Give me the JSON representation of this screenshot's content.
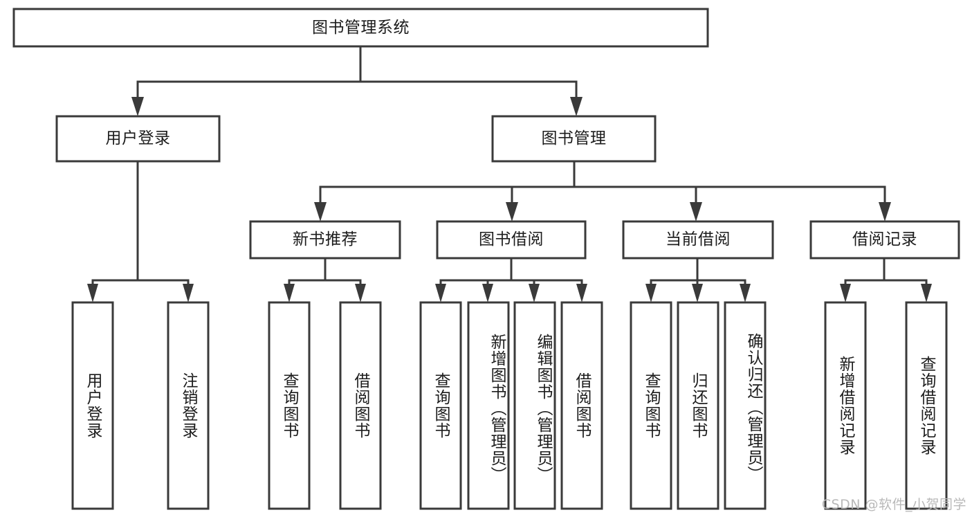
{
  "diagram": {
    "title": "图书管理系统",
    "type": "tree-structure-chart",
    "colors": {
      "box_stroke": "#3a3a3a",
      "box_fill": "#ffffff",
      "text": "#1c1c1c",
      "connector": "#3a3a3a",
      "background": "#ffffff",
      "watermark": "#b9b9b9"
    },
    "root": {
      "label": "图书管理系统"
    },
    "level2": [
      {
        "label": "用户登录"
      },
      {
        "label": "图书管理"
      }
    ],
    "level3": [
      {
        "label": "新书推荐"
      },
      {
        "label": "图书借阅"
      },
      {
        "label": "当前借阅"
      },
      {
        "label": "借阅记录"
      }
    ],
    "leaves": {
      "user_login": [
        {
          "label": "用户登录"
        },
        {
          "label": "注销登录"
        }
      ],
      "new_book_recommend": [
        {
          "label": "查询图书"
        },
        {
          "label": "借阅图书"
        }
      ],
      "book_borrow": [
        {
          "label": "查询图书"
        },
        {
          "label": "新增图书（管理员）"
        },
        {
          "label": "编辑图书（管理员）"
        },
        {
          "label": "借阅图书"
        }
      ],
      "current_borrow": [
        {
          "label": "查询图书"
        },
        {
          "label": "归还图书"
        },
        {
          "label": "确认归还（管理员）"
        }
      ],
      "borrow_record": [
        {
          "label": "新增借阅记录"
        },
        {
          "label": "查询借阅记录"
        }
      ]
    }
  },
  "watermark": {
    "text": "CSDN @软件_小贺同学"
  }
}
